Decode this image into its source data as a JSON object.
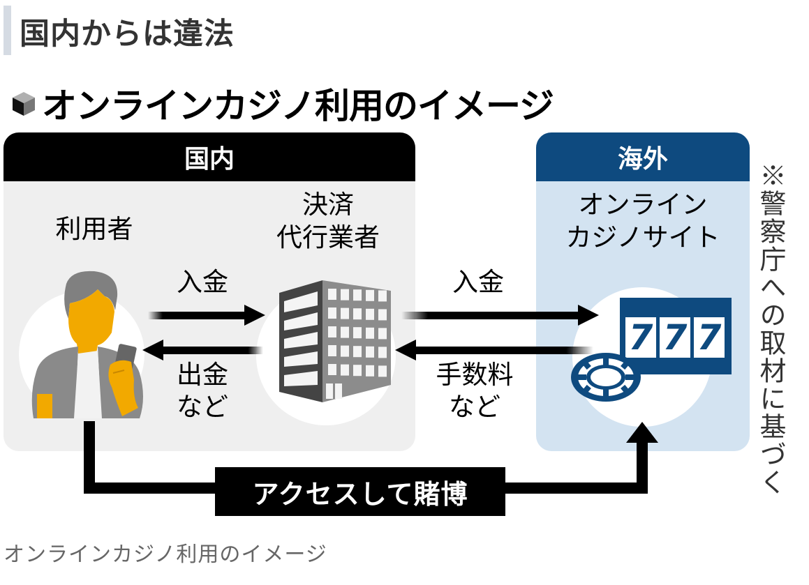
{
  "article": {
    "heading": "国内からは違法",
    "caption": "オンラインカジノ利用のイメージ"
  },
  "figure": {
    "title": "オンラインカジノ利用のイメージ",
    "title_icon": "cube-icon",
    "domestic": {
      "header": "国内",
      "user_label": "利用者",
      "agent_label_line1": "決済",
      "agent_label_line2": "代行業者"
    },
    "overseas": {
      "header": "海外",
      "site_label_line1": "オンライン",
      "site_label_line2": "カジノサイト",
      "slot_digits": [
        "7",
        "7",
        "7"
      ]
    },
    "flows": {
      "user_to_agent": "入金",
      "agent_to_user_line1": "出金",
      "agent_to_user_line2": "など",
      "agent_to_site": "入金",
      "site_to_agent_line1": "手数料",
      "site_to_agent_line2": "など",
      "user_to_site": "アクセスして賭博"
    },
    "source_note": "※警察庁への取材に基づく",
    "colors": {
      "domestic_header": "#000000",
      "domestic_bg": "#efefef",
      "overseas_header": "#0e4a7f",
      "overseas_bg": "#d3e3f1",
      "skin": "#f2a900",
      "clothing_gray": "#8a8a8a"
    }
  }
}
